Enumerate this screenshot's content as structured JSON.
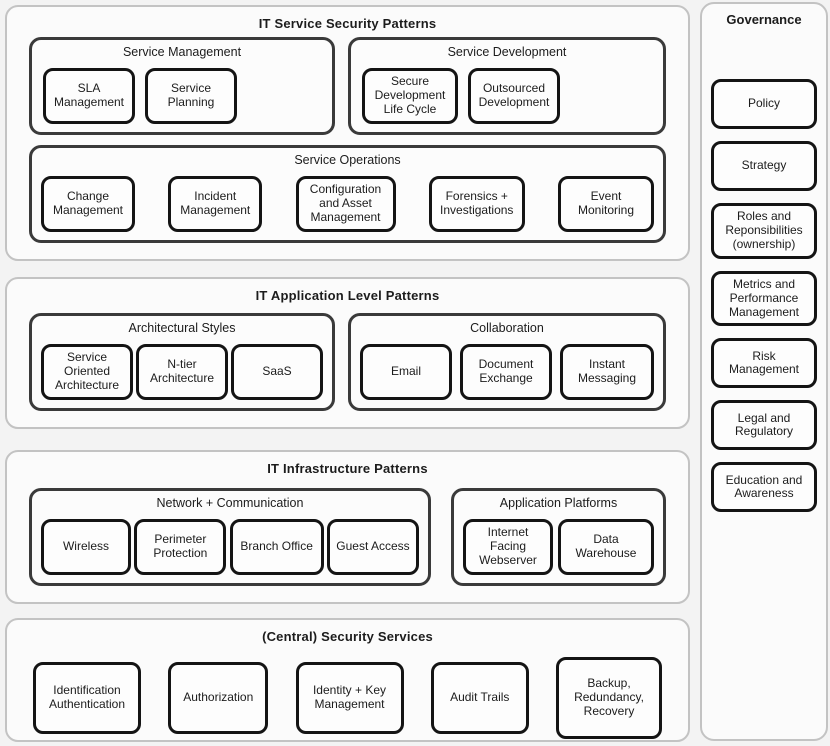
{
  "colors": {
    "section_border": "#c3c3c3",
    "group_border": "#3a3a3a",
    "leaf_border": "#141414",
    "text": "#1c1c1c",
    "background": "#f3f3f3"
  },
  "sections": [
    {
      "title": "IT Service Security Patterns",
      "groups": [
        {
          "title": "Service Management",
          "items": [
            "SLA Management",
            "Service Planning"
          ]
        },
        {
          "title": "Service Development",
          "items": [
            "Secure Development Life Cycle",
            "Outsourced Development"
          ]
        },
        {
          "title": "Service Operations",
          "items": [
            "Change Management",
            "Incident Management",
            "Configuration and Asset Management",
            "Forensics + Investigations",
            "Event Monitoring"
          ]
        }
      ]
    },
    {
      "title": "IT Application Level Patterns",
      "groups": [
        {
          "title": "Architectural Styles",
          "items": [
            "Service Oriented Architecture",
            "N-tier Architecture",
            "SaaS"
          ]
        },
        {
          "title": "Collaboration",
          "items": [
            "Email",
            "Document Exchange",
            "Instant Messaging"
          ]
        }
      ]
    },
    {
      "title": "IT Infrastructure Patterns",
      "groups": [
        {
          "title": "Network + Communication",
          "items": [
            "Wireless",
            "Perimeter Protection",
            "Branch Office",
            "Guest Access"
          ]
        },
        {
          "title": "Application Platforms",
          "items": [
            "Internet Facing Webserver",
            "Data Warehouse"
          ]
        }
      ]
    },
    {
      "title": "(Central) Security Services",
      "items": [
        "Identification Authentication",
        "Authorization",
        "Identity + Key Management",
        "Audit Trails",
        "Backup, Redundancy, Recovery"
      ]
    }
  ],
  "governance": {
    "title": "Governance",
    "items": [
      "Policy",
      "Strategy",
      "Roles and Reponsibilities (ownership)",
      "Metrics and Performance Management",
      "Risk Management",
      "Legal and Regulatory",
      "Education and Awareness"
    ]
  }
}
